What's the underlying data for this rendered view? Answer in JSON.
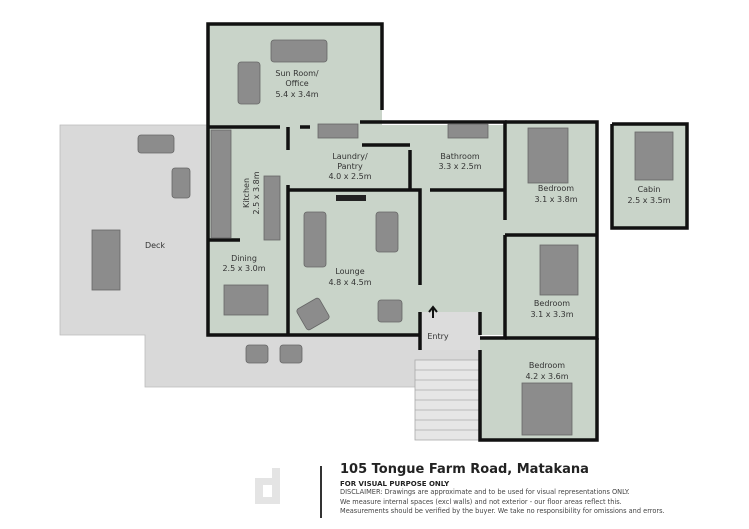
{
  "rooms": {
    "sunroom": {
      "name": "Sun Room/",
      "name2": "Office",
      "size": "5.4 x 3.4m"
    },
    "laundry": {
      "name": "Laundry/",
      "name2": "Pantry",
      "size": "4.0 x 2.5m"
    },
    "bathroom": {
      "name": "Bathroom",
      "size": "3.3 x 2.5m"
    },
    "kitchen": {
      "name": "Kitchen",
      "size": "2.5 x 3.8m"
    },
    "dining": {
      "name": "Dining",
      "size": "2.5 x 3.0m"
    },
    "lounge": {
      "name": "Lounge",
      "size": "4.8 x 4.5m"
    },
    "bedroom1": {
      "name": "Bedroom",
      "size": "3.1 x 3.8m"
    },
    "bedroom2": {
      "name": "Bedroom",
      "size": "3.1 x 3.3m"
    },
    "bedroom3": {
      "name": "Bedroom",
      "size": "4.2 x 3.6m"
    },
    "cabin": {
      "name": "Cabin",
      "size": "2.5 x 3.5m"
    },
    "deck": {
      "name": "Deck"
    },
    "entry": {
      "name": "Entry"
    }
  },
  "titleblock": {
    "address": "105 Tongue Farm Road, Matakana",
    "subtitle": "FOR VISUAL PURPOSE ONLY",
    "disclaimer": [
      "DISCLAIMER: Drawings are approximate and to be used for visual representations ONLY.",
      "We measure internal spaces (excl walls) and not exterior - our floor areas reflect this.",
      "Measurements should be verified by the buyer. We take no responsibility for omissions and errors."
    ]
  },
  "colors": {
    "room": "#c9d4c9",
    "deck": "#d9d9d9",
    "wall": "#111111",
    "furniture": "#8c8c8c"
  }
}
